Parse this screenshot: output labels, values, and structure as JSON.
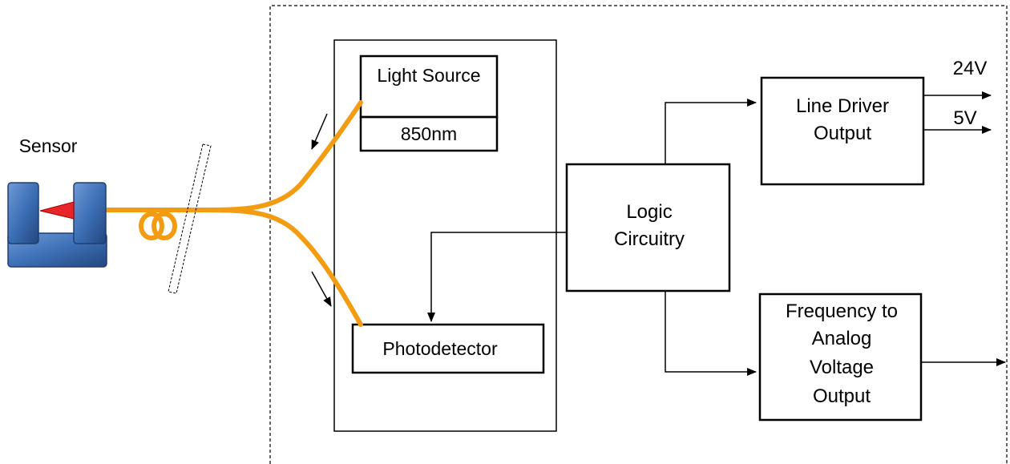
{
  "labels": {
    "sensor": "Sensor",
    "light_source": "Light Source",
    "wavelength": "850nm",
    "photodetector": "Photodetector",
    "logic_line1": "Logic",
    "logic_line2": "Circuitry",
    "line_driver_line1": "Line Driver",
    "line_driver_line2": "Output",
    "out_24v": "24V",
    "out_5v": "5V",
    "fva_line1": "Frequency to",
    "fva_line2": "Analog",
    "fva_line3": "Voltage",
    "fva_line4": "Output"
  },
  "colors": {
    "fiber": "#f39c12",
    "sensor_body": "#3d6fb6",
    "sensor_beam": "#e8262a",
    "line": "#000000"
  }
}
